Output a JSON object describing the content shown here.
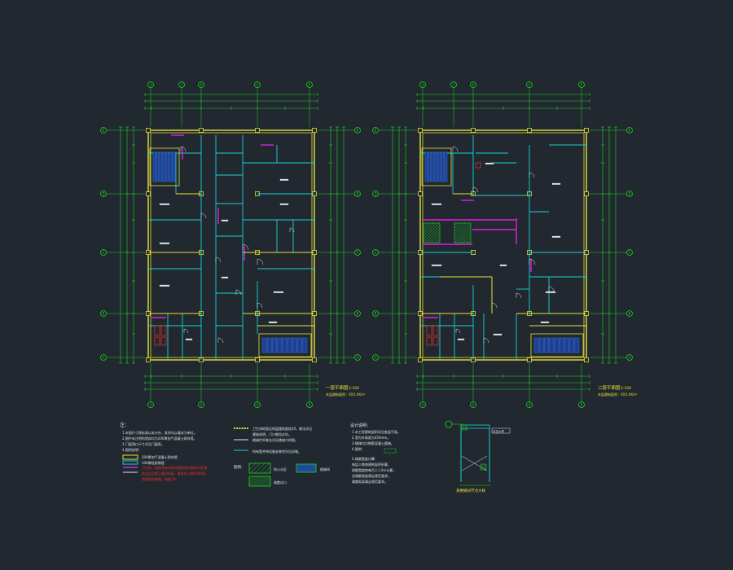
{
  "colors": {
    "background": "#212830",
    "axis": "#1bd81b",
    "wall": "#e8e23a",
    "partition": "#18d4d4",
    "accent": "#e020e0",
    "note": "#ff2a2a",
    "white": "#dfe7e7",
    "stair": "#2f6bd6"
  },
  "plans": [
    {
      "id": "plan-left",
      "grid_top": [
        "1",
        "2",
        "3",
        "4"
      ],
      "grid_side": [
        "A",
        "B",
        "C",
        "D",
        "E"
      ],
      "title": "一层平面图",
      "scale": "1:100",
      "area": "本层建筑面积：XXX.XXm²"
    },
    {
      "id": "plan-right",
      "grid_top": [
        "1",
        "2",
        "3",
        "4"
      ],
      "grid_side": [
        "A",
        "B",
        "C",
        "D",
        "E"
      ],
      "title": "二层平面图",
      "scale": "1:100",
      "area": "本层建筑面积：XXX.XXm²"
    }
  ],
  "notes": {
    "heading": "注：",
    "lines": [
      "1.本图尺寸除标高以米计外，其余均以毫米为单位。",
      "2.图中未注明的墙体均为200厚加气混凝土砌块墙。",
      "3.门窗洞口尺寸详见门窗表。",
      "4.图例说明："
    ],
    "legend_yellow": "200厚加气混凝土砌块墙",
    "legend_cyan": "100厚轻质隔墙",
    "red_lines": [
      "卫生间、厨房等有水房间楼地面均做防水处理，",
      "防水层沿墙上翻300高，淋浴间上翻1800高，",
      "地面坡向地漏，坡度1%。"
    ],
    "mid_lines": [
      "卫生间地面比同层楼地面低20，做法详见",
      "建施说明，门口做挡水坎。",
      "楼梯栏杆做法详见楼梯大样图。",
      "所有管井待设备安装完毕后封堵。"
    ],
    "mid_legend_title": "图例：",
    "legend_a": "防火分区",
    "legend_b": "楼梯间",
    "legend_c": "疏散出口"
  },
  "design_notes": {
    "heading": "设计说明：",
    "lines": [
      "1.本工程建筑面积详见各层平面。",
      "2.室内外高差为450mm。",
      "3.楼梯均为钢筋混凝土楼梯。",
      "4.图例：",
      "5.疏散宽度计算：",
      "每层人数按建筑面积折算，",
      "疏散宽度按每百人1.0m计算，",
      "总疏散宽度满足规范要求。",
      "疏散距离满足规范要求。"
    ]
  },
  "detail": {
    "title": "某楼梯间节点大样",
    "tag": "详见大样"
  }
}
